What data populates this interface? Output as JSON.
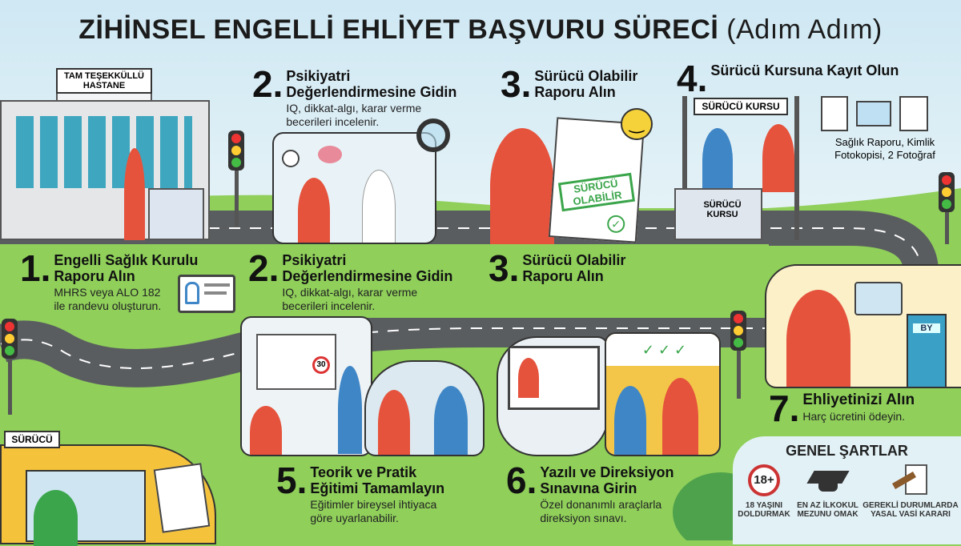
{
  "title": {
    "main": "ZİHİNSEL ENGELLİ EHLİYET BAŞVURU SÜRECİ",
    "sub": "(Adım Adım)"
  },
  "hospital_sign": "TAM TEŞEKKÜLLÜ HASTANE",
  "top_steps": [
    {
      "num": "2.",
      "title_line1": "Psikiyatri",
      "title_line2": "Değerlendirmesine Gidin",
      "desc_line1": "IQ, dikkat-algı, karar verme",
      "desc_line2": "becerileri incelenir."
    },
    {
      "num": "3.",
      "title_line1": "Sürücü Olabilir",
      "title_line2": "Raporu Alın"
    },
    {
      "num": "4.",
      "title_line1": "Sürücü Kursuna Kayıt Olun",
      "caption_line1": "Sağlık Raporu, Kimlik",
      "caption_line2": "Fotokopisi, 2 Fotoğraf"
    }
  ],
  "stamp_text": "SÜRÜCÜ OLABİLİR",
  "course_sign": "SÜRÜCÜ KURSU",
  "course_desk": "SÜRÜCÜ KURSU",
  "mid_steps": [
    {
      "num": "1.",
      "title_line1": "Engelli Sağlık Kurulu",
      "title_line2": "Raporu Alın",
      "desc_line1": "MHRS veya ALO 182",
      "desc_line2": "ile randevu oluşturun."
    },
    {
      "num": "2.",
      "title_line1": "Psikiyatri",
      "title_line2": "Değerlendirmesine Gidin",
      "desc_line1": "IQ, dikkat-algı, karar verme",
      "desc_line2": "becerileri incelenir."
    },
    {
      "num": "3.",
      "title_line1": "Sürücü Olabilir",
      "title_line2": "Raporu Alın"
    }
  ],
  "bottom_steps": [
    {
      "num": "5.",
      "title_line1": "Teorik ve Pratik",
      "title_line2": "Eğitimi Tamamlayın",
      "desc_line1": "Eğitimler bireysel ihtiyaca",
      "desc_line2": "göre uyarlanabilir."
    },
    {
      "num": "6.",
      "title_line1": "Yazılı ve Direksiyon",
      "title_line2": "Sınavına Girin",
      "desc_line1": "Özel donanımlı araçlarla",
      "desc_line2": "direksiyon sınavı."
    }
  ],
  "step7": {
    "num": "7.",
    "title": "Ehliyetinizi Alın",
    "desc": "Harç ücretini ödeyin."
  },
  "atm_label": "BY",
  "taxi_sign": "SÜRÜCÜ",
  "speed_sign": "30",
  "general": {
    "title": "GENEL ŞARTLAR",
    "age_badge": "18+",
    "items": [
      {
        "line1": "18 YAŞINI",
        "line2": "DOLDURMAK",
        "icon": "age-18-icon"
      },
      {
        "line1": "EN AZ İLKOKUL",
        "line2": "MEZUNU OMAK",
        "icon": "graduation-cap-icon"
      },
      {
        "line1": "GEREKLİ DURUMLARDA",
        "line2": "YASAL VASİ KARARI",
        "icon": "gavel-document-icon"
      }
    ]
  },
  "colors": {
    "sky": "#cfe8f4",
    "grass": "#8fcf5a",
    "road": "#5a5d60",
    "accent_red": "#e5533d",
    "stamp_green": "#3aa54a"
  }
}
